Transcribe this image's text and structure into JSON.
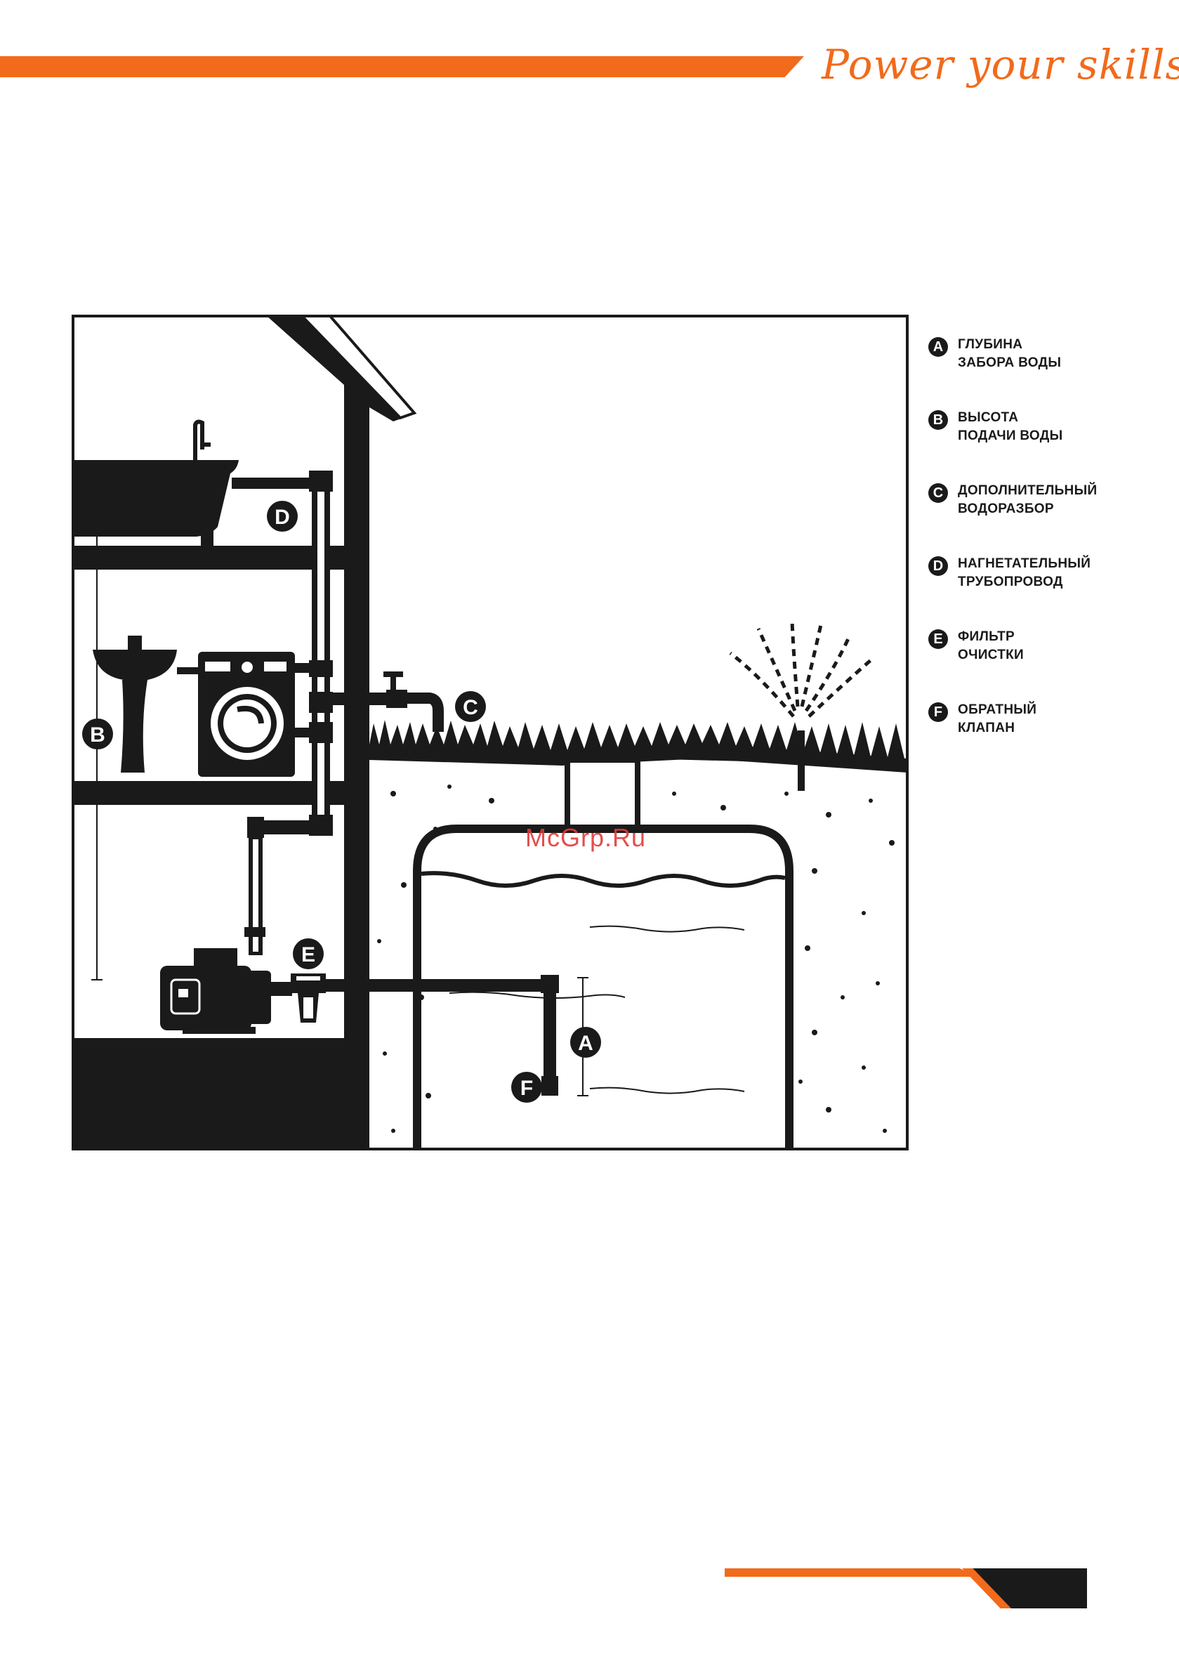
{
  "brand": {
    "slogan": "Power your skills",
    "accent_color": "#f26a1b"
  },
  "watermark": "McGrp.Ru",
  "diagram": {
    "callouts": [
      "A",
      "B",
      "C",
      "D",
      "E",
      "F"
    ],
    "legend": [
      {
        "letter": "A",
        "line1": "ГЛУБИНА",
        "line2": "ЗАБОРА ВОДЫ"
      },
      {
        "letter": "B",
        "line1": "ВЫСОТА",
        "line2": "ПОДАЧИ ВОДЫ"
      },
      {
        "letter": "C",
        "line1": "ДОПОЛНИТЕЛЬНЫЙ",
        "line2": "ВОДОРАЗБОР"
      },
      {
        "letter": "D",
        "line1": "НАГНЕТАТЕЛЬНЫЙ",
        "line2": "ТРУБОПРОВОД"
      },
      {
        "letter": "E",
        "line1": "ФИЛЬТР",
        "line2": "ОЧИСТКИ"
      },
      {
        "letter": "F",
        "line1": "ОБРАТНЫЙ",
        "line2": "КЛАПАН"
      }
    ]
  }
}
